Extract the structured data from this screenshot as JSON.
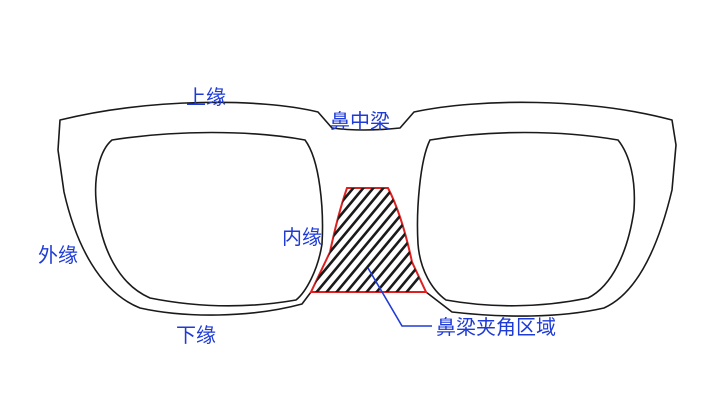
{
  "labels": {
    "top_rim": "上缘",
    "bridge": "鼻中梁",
    "outer_rim": "外缘",
    "inner_rim": "内缘",
    "bottom_rim": "下缘",
    "nose_pad_area": "鼻梁夹角区域"
  },
  "colors": {
    "label": "#1f3bd6",
    "outline": "#1a1a1a",
    "highlight": "#e02020"
  }
}
